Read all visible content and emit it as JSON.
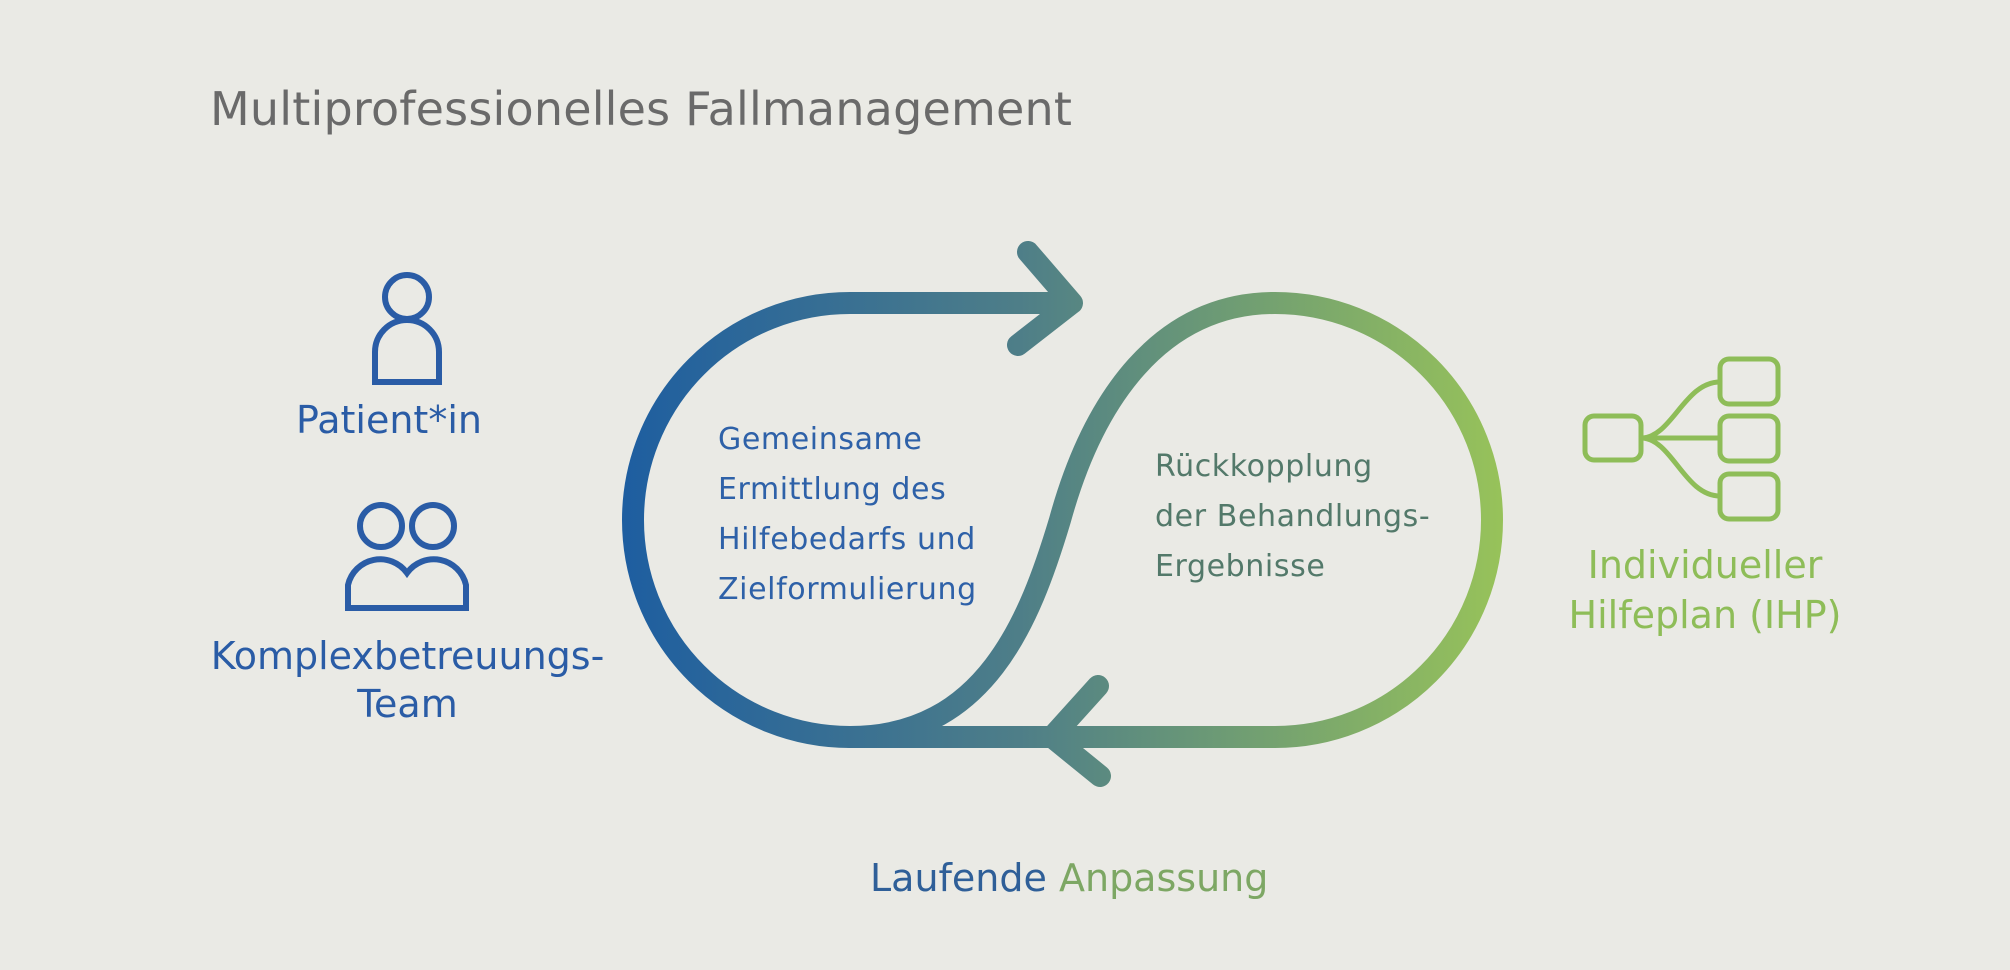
{
  "title": "Multiprofessionelles Fallmanagement",
  "left_labels": {
    "patient": "Patient*in",
    "team_line1": "Komplexbetreuungs-",
    "team_line2": "Team"
  },
  "loop_left_text": [
    "Gemeinsame",
    "Ermittlung des",
    "Hilfebedarfs und",
    "Zielformulierung"
  ],
  "loop_right_text": [
    "Rückkopplung",
    "der Behandlungs-",
    "Ergebnisse"
  ],
  "ihp": {
    "line1": "Individueller",
    "line2": "Hilfeplan (IHP)"
  },
  "bottom": {
    "word1": "Laufende",
    "word2": "Anpassung"
  },
  "icons": [
    "person-icon",
    "group-icon",
    "tree-plan-icon",
    "cycle-arrow-icon"
  ],
  "colors": {
    "background": "#eaeae5",
    "title": "#6a6a6a",
    "blue": "#1f5c9c",
    "teal": "#4c7e86",
    "green": "#8ebd58"
  }
}
